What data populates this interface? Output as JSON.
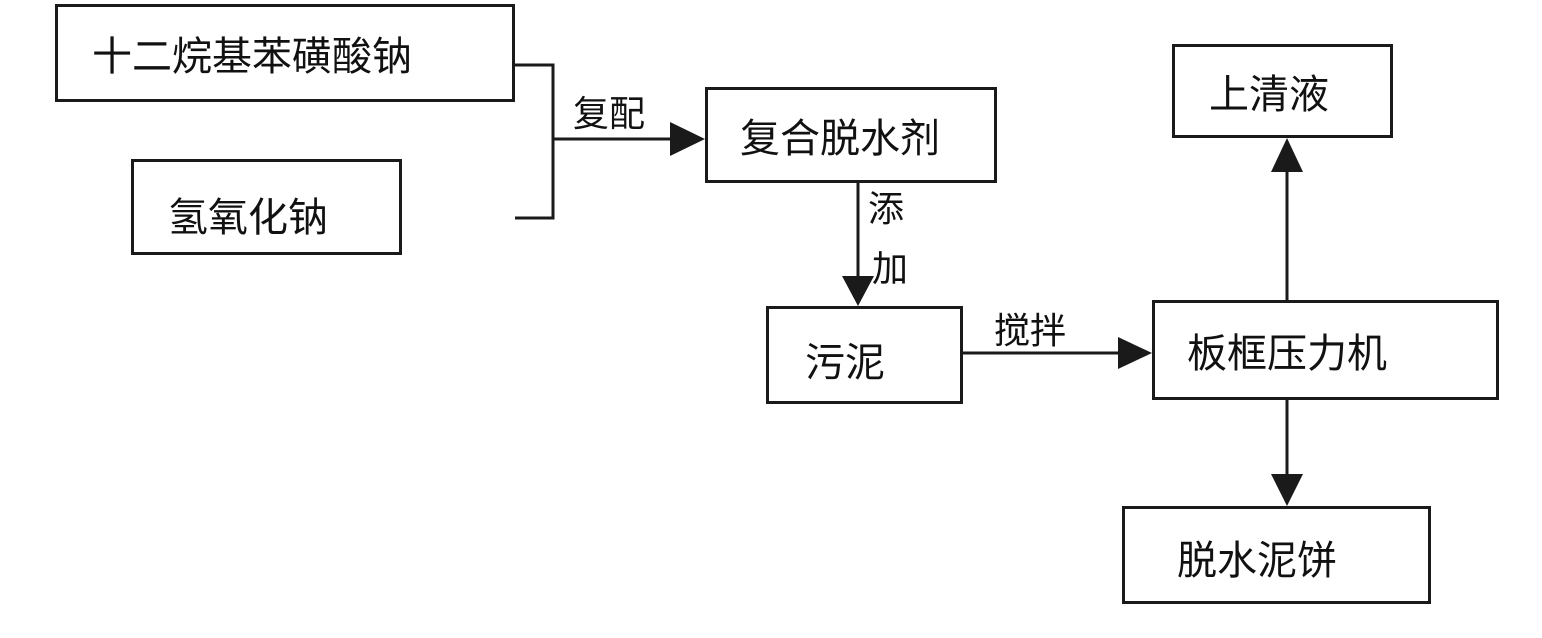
{
  "nodes": {
    "surfactant": "十二烷基苯磺酸钠",
    "naoh": "氢氧化钠",
    "dewater_agent": "复合脱水剂",
    "sludge": "污泥",
    "filter_press": "板框压力机",
    "supernatant": "上清液",
    "cake": "脱水泥饼"
  },
  "edges": {
    "compound": "复配",
    "add_top": "添",
    "add_bottom": "加",
    "stir": "搅拌"
  },
  "colors": {
    "stroke": "#1a1a1a"
  }
}
